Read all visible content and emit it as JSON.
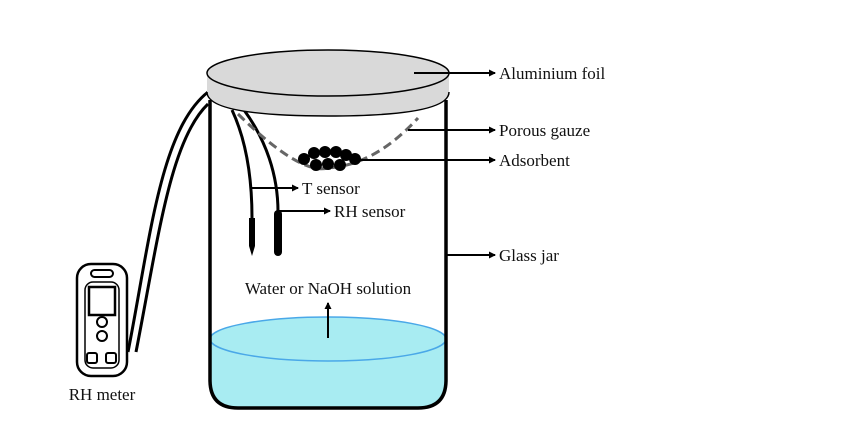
{
  "diagram": {
    "description": "Experimental setup: glass jar with adsorbent under aluminium foil, T and RH sensors connected to RH meter",
    "labels": {
      "aluminium_foil": "Aluminium foil",
      "porous_gauze": "Porous gauze",
      "adsorbent": "Adsorbent",
      "t_sensor": "T sensor",
      "rh_sensor": "RH sensor",
      "glass_jar": "Glass jar",
      "solution": "Water or NaOH solution",
      "rh_meter": "RH meter"
    },
    "colors": {
      "foil_fill": "#d9d9d9",
      "liquid_fill": "#a8ecf2",
      "liquid_edge": "#4aa8e8",
      "gauze_stroke": "#666666",
      "line": "#000000"
    },
    "icons": [
      "rh-meter-device-icon",
      "arrow-right-icon",
      "arrow-up-icon"
    ]
  }
}
